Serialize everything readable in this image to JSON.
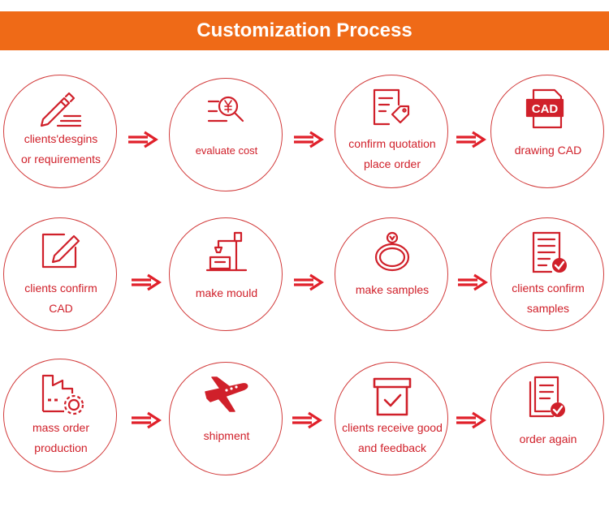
{
  "header": {
    "title": "Customization Process"
  },
  "colors": {
    "banner": "#ef6a17",
    "accent": "#d0202a",
    "circle_border": "#d23b3b"
  },
  "steps": [
    {
      "lines": [
        "clients'desgins",
        "or requirements"
      ],
      "icon": "pencil-writing-icon"
    },
    {
      "lines": [
        "evaluate cost"
      ],
      "icon": "yen-search-icon"
    },
    {
      "lines": [
        "confirm quotation",
        "place order"
      ],
      "icon": "order-tag-icon"
    },
    {
      "lines": [
        "drawing CAD"
      ],
      "icon": "cad-file-icon"
    },
    {
      "lines": [
        "clients confirm",
        "CAD"
      ],
      "icon": "edit-square-icon"
    },
    {
      "lines": [
        "make mould"
      ],
      "icon": "machine-arm-icon"
    },
    {
      "lines": [
        "make samples"
      ],
      "icon": "ring-icon"
    },
    {
      "lines": [
        "clients confirm",
        "samples"
      ],
      "icon": "checklist-icon"
    },
    {
      "lines": [
        "mass order",
        "production"
      ],
      "icon": "factory-gear-icon"
    },
    {
      "lines": [
        "shipment"
      ],
      "icon": "airplane-icon"
    },
    {
      "lines": [
        "clients receive good",
        "and feedback"
      ],
      "icon": "box-check-icon"
    },
    {
      "lines": [
        "order again"
      ],
      "icon": "documents-check-icon"
    }
  ]
}
